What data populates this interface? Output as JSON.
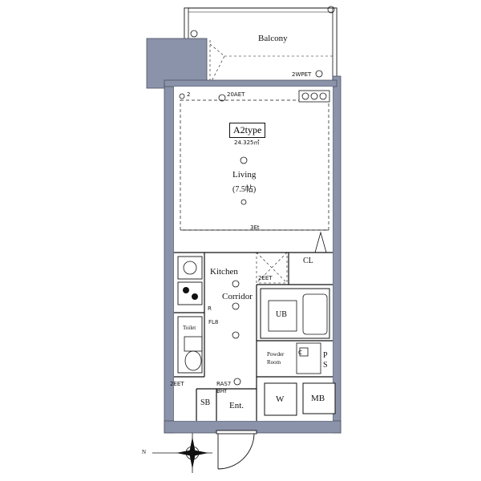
{
  "plan": {
    "type_label": "A2type",
    "area": "24.325㎡",
    "rooms": {
      "balcony": "Balcony",
      "living": "Living",
      "living_size": "(7.5帖)",
      "kitchen": "Kitchen",
      "corridor": "Corridor",
      "cl": "CL",
      "ub": "UB",
      "toilet": "Toilet",
      "powder_room": "Powder\nRoom",
      "ps": "P\nS",
      "w": "W",
      "mb": "MB",
      "sb": "SB",
      "ent": "Ent."
    },
    "electrical": {
      "2wpet": "2WPET",
      "20aet": "20AET",
      "3et": "3Et",
      "2eet_upper": "2EET",
      "2eet_lower": "2EET",
      "ras7": "RAS7\nBHf",
      "fl8": "FL8",
      "r": "R",
      "c": "C",
      "num_2": "2"
    },
    "compass_n": "N",
    "colors": {
      "wall": "#8b93aa",
      "wall_dark": "#6e7690",
      "line": "#111111"
    }
  }
}
